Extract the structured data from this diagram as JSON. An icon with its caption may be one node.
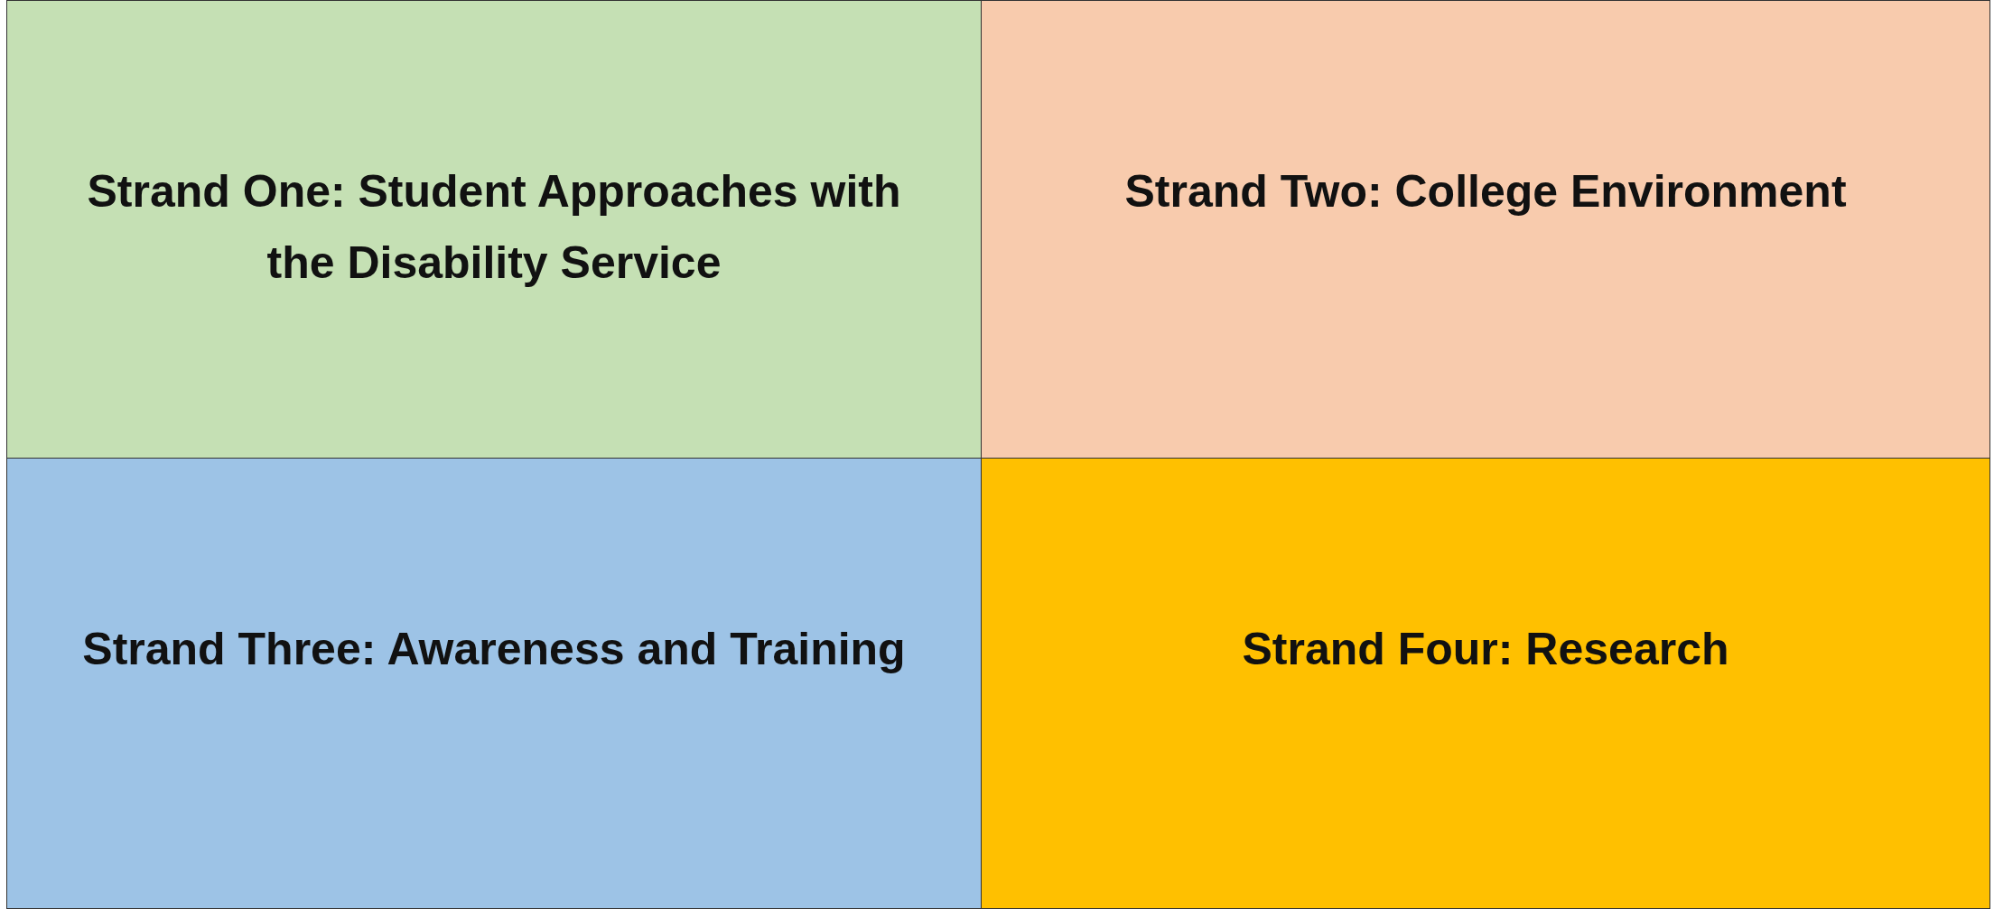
{
  "diagram": {
    "nodes": [
      {
        "text": [
          "Strand One: Student Approaches with the Disability Service"
        ]
      },
      {
        "text": [
          "Strand Two: College Environment"
        ]
      },
      {
        "text": [
          "Strand Three: Awareness and Training"
        ]
      },
      {
        "text": [
          "Strand Four: Research"
        ]
      }
    ]
  }
}
